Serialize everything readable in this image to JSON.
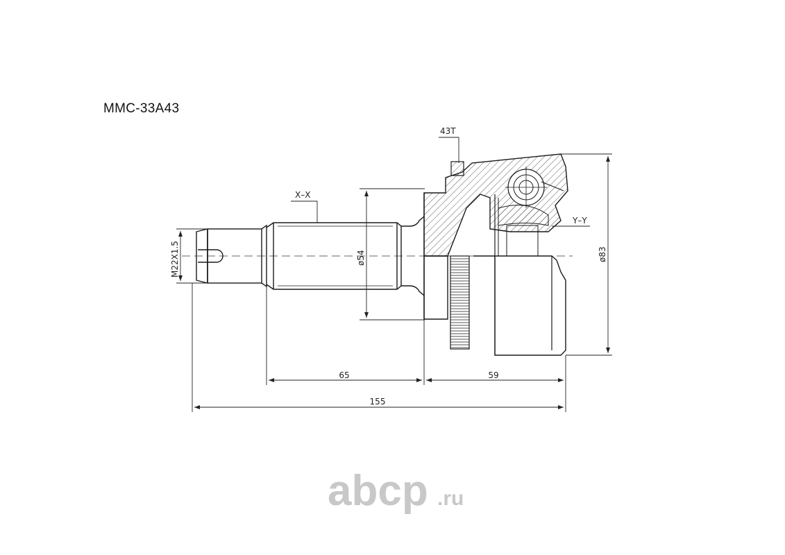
{
  "title": "MMC-33A43",
  "labels": {
    "teeth": "43T",
    "section_xx": "X–X",
    "section_yy": "Y–Y",
    "thread": "M22X1.5",
    "shaft_diameter": "ø54",
    "outer_diameter": "ø83",
    "dim_shaft_length": "65",
    "dim_body_length": "59",
    "dim_total_length": "155"
  },
  "watermark": {
    "text": "abcp",
    "suffix": ".ru"
  },
  "colors": {
    "line": "#1a1a1a",
    "watermark": "#c8c8c8"
  }
}
